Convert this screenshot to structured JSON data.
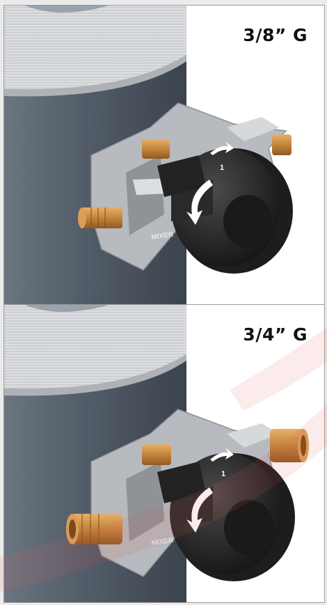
{
  "panels": [
    {
      "size_label": "3/8” G",
      "valve_text": "MIXER",
      "dial_number": "1"
    },
    {
      "size_label": "3/4” G",
      "valve_text": "MIXER",
      "dial_number": "1"
    }
  ],
  "colors": {
    "tank_body": "#4c5662",
    "tank_lid": "#d9dcdf",
    "bracket": "#b9bcc0",
    "knob": "#262626",
    "fitting": "#c98a3c",
    "watermark": "#f3dcdc"
  }
}
